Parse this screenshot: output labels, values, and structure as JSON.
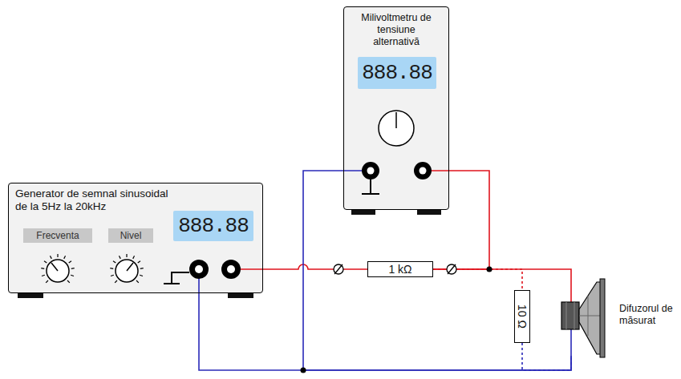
{
  "diagram": {
    "nodes": [
      {
        "text": [
          "Generator de semnal sinusoidal de la 5Hz la 20kHz"
        ]
      },
      {
        "text": [
          "888.88"
        ],
        "in": 0
      },
      {
        "text": [
          "Frecventa"
        ],
        "in": 0
      },
      {
        "text": [
          "Nivel"
        ],
        "in": 0
      },
      {
        "text": [
          "Milivoltmetru de tensiune alternativă"
        ]
      },
      {
        "text": [
          "888.88"
        ],
        "in": 4
      },
      {
        "text": [
          "1 kΩ"
        ]
      },
      {
        "text": [
          "10 Ω"
        ]
      },
      {
        "text": [
          "Difuzorul de măsurat"
        ]
      }
    ],
    "edges": [
      {
        "from": 0,
        "to": 6,
        "arrow": "none"
      },
      {
        "from": 6,
        "to": 4,
        "arrow": "none"
      },
      {
        "from": 6,
        "to": 8,
        "arrow": "none"
      },
      {
        "from": 6,
        "to": 7,
        "arrow": "none"
      },
      {
        "from": 0,
        "to": 8,
        "arrow": "none"
      },
      {
        "from": 4,
        "to": 8,
        "arrow": "none"
      },
      {
        "from": 7,
        "to": 8,
        "arrow": "none"
      }
    ]
  }
}
